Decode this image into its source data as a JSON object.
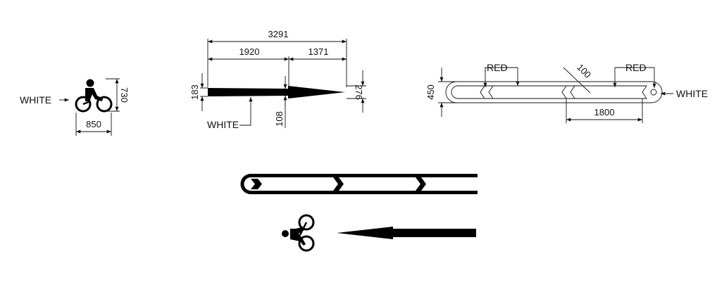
{
  "bicycle_symbol": {
    "color_label": "WHITE",
    "width_dim": "850",
    "height_dim": "730"
  },
  "arrow_marking": {
    "total_length_dim": "3291",
    "tail_length_dim": "1920",
    "head_length_dim": "1371",
    "tail_width_dim": "183",
    "tip_width_dim": "108",
    "head_width_dim": "276",
    "color_label": "WHITE"
  },
  "lane_strip": {
    "left_color_label": "RED",
    "right_color_label": "RED",
    "height_dim": "450",
    "chevron_width_dim": "100",
    "chevron_spacing_dim": "1800",
    "end_color_label": "WHITE"
  },
  "colors": {
    "ink": "#000000",
    "background": "#ffffff"
  }
}
